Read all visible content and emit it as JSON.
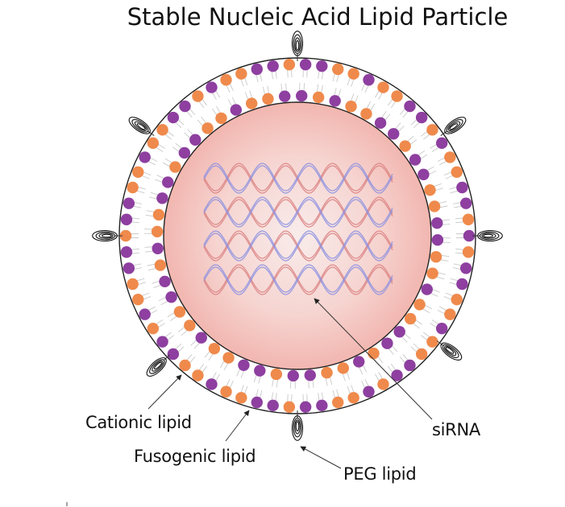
{
  "title": "Stable Nucleic Acid Lipid Particle",
  "labels": {
    "cationic": "Cationic lipid",
    "fusogenic": "Fusogenic lipid",
    "peg": "PEG lipid",
    "sirna": "siRNA"
  },
  "colors": {
    "cationic_head": "#8e3fa0",
    "fusogenic_head": "#ef8a4c",
    "tail": "#c9c9c9",
    "membrane_line": "#222222",
    "core_center": "#f8eceb",
    "core_edge": "#f2b6b0",
    "strand_red": "#d98080",
    "strand_blue": "#8b8fe0"
  },
  "components": [
    {
      "name": "Cationic lipid",
      "icon": "purple-headgroup"
    },
    {
      "name": "Fusogenic lipid",
      "icon": "orange-headgroup"
    },
    {
      "name": "PEG lipid",
      "icon": "peg-coil"
    },
    {
      "name": "siRNA",
      "icon": "double-helix"
    }
  ]
}
